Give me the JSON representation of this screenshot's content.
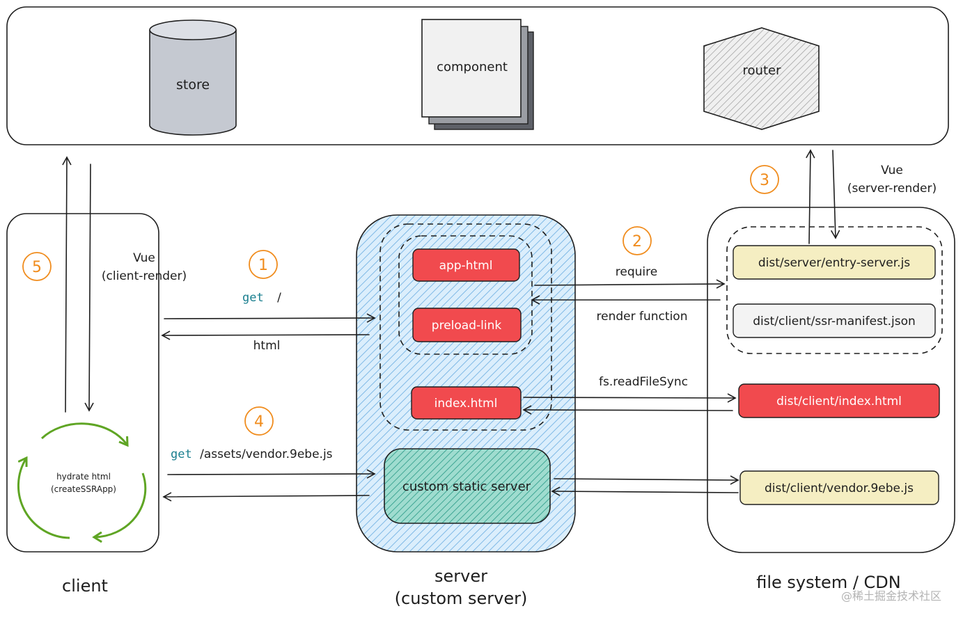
{
  "top": {
    "store": "store",
    "component": "component",
    "router": "router"
  },
  "client": {
    "step": "5",
    "vue_label": "Vue",
    "render_label": "(client-render)",
    "hydrate_line1": "hydrate html",
    "hydrate_line2": "(createSSRApp)",
    "title": "client"
  },
  "server": {
    "app_html": "app-html",
    "preload_link": "preload-link",
    "index_html": "index.html",
    "static_server": "custom static server",
    "title_line1": "server",
    "title_line2": "(custom server)"
  },
  "files": {
    "step": "3",
    "vue_label": "Vue",
    "render_label": "(server-render)",
    "entry_server": "dist/server/entry-server.js",
    "ssr_manifest": "dist/client/ssr-manifest.json",
    "index_html": "dist/client/index.html",
    "vendor_js": "dist/client/vendor.9ebe.js",
    "title": "file system / CDN"
  },
  "edges": {
    "step1": "1",
    "get1_verb": "get",
    "get1_path": "/",
    "html": "html",
    "step2": "2",
    "require": "require",
    "render_function": "render function",
    "readfile": "fs.readFileSync",
    "step4": "4",
    "get4_verb": "get",
    "get4_path": "/assets/vendor.9ebe.js"
  },
  "watermark": "@稀土掘金技术社区",
  "colors": {
    "red": "#f14a4e",
    "yellow": "#f5eec2",
    "blue_hatch": "#a5d8ff",
    "teal": "#63c2b5",
    "orange": "#f08c1d",
    "green": "#5fa524"
  }
}
